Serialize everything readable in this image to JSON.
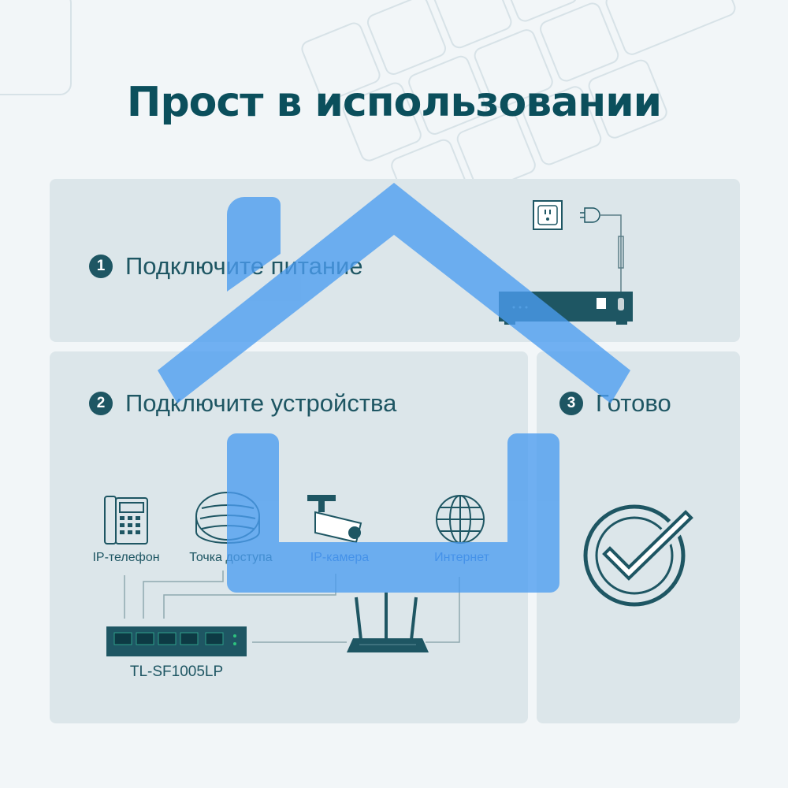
{
  "header": {
    "title": "Прост в использовании"
  },
  "steps": [
    {
      "number": "1",
      "label": "Подключите питание"
    },
    {
      "number": "2",
      "label": "Подключите устройства"
    },
    {
      "number": "3",
      "label": "Готово"
    }
  ],
  "devices": {
    "ip_phone": "IP-телефон",
    "access_point": "Точка доступа",
    "ip_camera": "IP-камера",
    "internet": "Интернет"
  },
  "switch_model": "TL-SF1005LP",
  "icons": [
    "keyboard-background",
    "power-outlet-icon",
    "power-plug-icon",
    "switch-icon",
    "ip-phone-icon",
    "access-point-icon",
    "ip-camera-icon",
    "globe-icon",
    "router-icon",
    "checkmark-icon",
    "house-overlay-icon"
  ],
  "colors": {
    "title": "#0b4f5c",
    "text": "#1e5663",
    "panel": "#dce6ea",
    "house_overlay": "#4b9cf0"
  }
}
